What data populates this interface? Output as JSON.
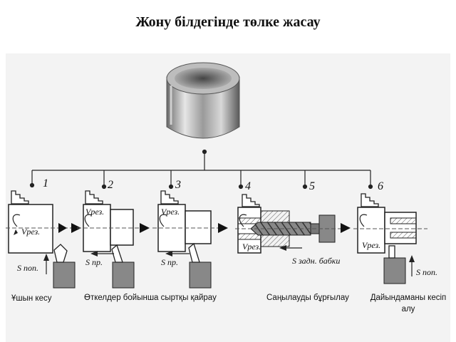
{
  "title": "Жону білдегінде төлке жасау",
  "steps": [
    {
      "number": "1",
      "labels": {
        "speed": "Vрез.",
        "feed": "S поп."
      }
    },
    {
      "number": "2",
      "labels": {
        "speed": "Vрез.",
        "feed": "S пр."
      }
    },
    {
      "number": "3",
      "labels": {
        "speed": "Vрез.",
        "feed": "S пр."
      }
    },
    {
      "number": "4",
      "labels": {
        "speed": "Vрез.",
        "feed": "S задн. бабки"
      }
    },
    {
      "number": "5"
    },
    {
      "number": "6",
      "labels": {
        "speed": "Vрез.",
        "feed": "S поп."
      }
    }
  ],
  "captions": [
    "Ұшын кесу",
    "Өткелдер бойынша сыртқы қайрау",
    "Саңылауды бұрғылау",
    "Дайындаманы кесіп алу"
  ]
}
